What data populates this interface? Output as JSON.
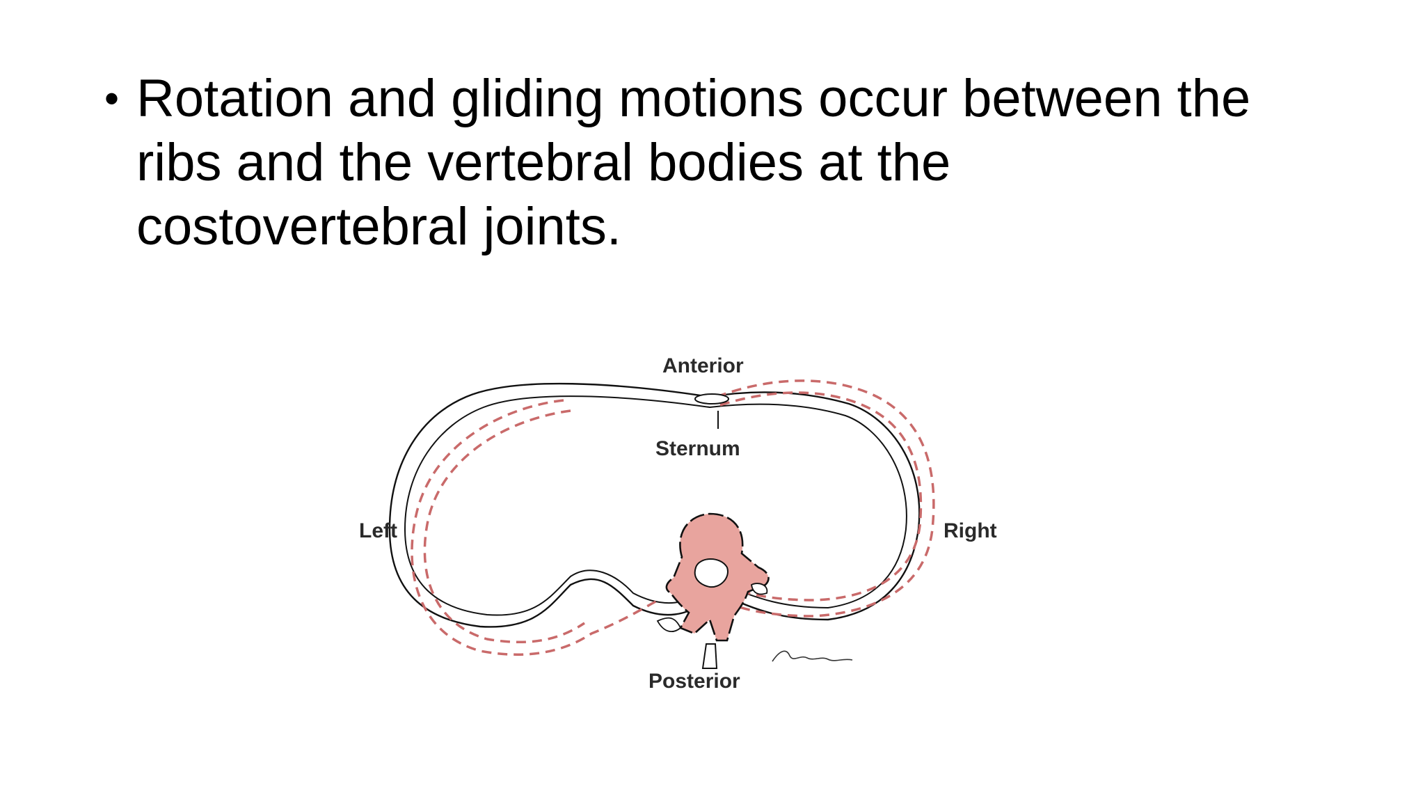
{
  "bullet": {
    "symbol": "•",
    "lines": [
      "Rotation and gliding motions occur between the",
      "ribs and the vertebral bodies at the",
      "costovertebral joints."
    ]
  },
  "diagram": {
    "labels": {
      "anterior": "Anterior",
      "sternum": "Sternum",
      "left": "Left",
      "right": "Right",
      "posterior": "Posterior"
    },
    "colors": {
      "outline": "#111111",
      "motion_dash": "#c96a6a",
      "vertebra_fill": "#e8a49e"
    }
  }
}
